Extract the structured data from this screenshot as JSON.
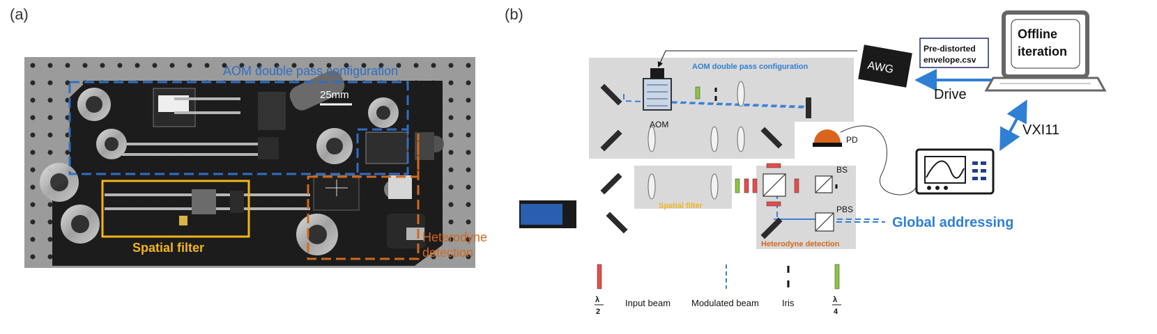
{
  "panels": {
    "a_label": "(a)",
    "b_label": "(b)"
  },
  "photo": {
    "aom_label": "AOM double pass configuration",
    "scale_label": "25mm",
    "spatial_label": "Spatial filter",
    "heterodyne_label_1": "Heterodyne",
    "heterodyne_label_2": "detection",
    "colors": {
      "aom": "#2f6fc4",
      "spatial": "#f2b61c",
      "heterodyne": "#d2691e"
    }
  },
  "diagram": {
    "aom_region": "AOM double pass configuration",
    "aom": "AOM",
    "spatial_region": "Spatial filter",
    "heterodyne_region": "Heterodyne detection",
    "pd": "PD",
    "bs": "BS",
    "pbs": "PBS",
    "awg": "AWG",
    "predistorted_1": "Pre-distorted",
    "predistorted_2": "envelope.csv",
    "offline_1": "Offline",
    "offline_2": "iteration",
    "drive": "Drive",
    "vxi": "VXI11",
    "global": "Global addressing",
    "legend": {
      "half_wave_num": "λ",
      "half_wave_den": "2",
      "input_beam": "Input beam",
      "modulated_beam": "Modulated beam",
      "iris": "Iris",
      "quarter_wave_num": "λ",
      "quarter_wave_den": "4"
    },
    "colors": {
      "beam": "#4a8fe0",
      "region_label": "#2f7fd4",
      "spatial": "#f2b61c",
      "heterodyne": "#d2691e",
      "global": "#2f7fd4"
    }
  }
}
